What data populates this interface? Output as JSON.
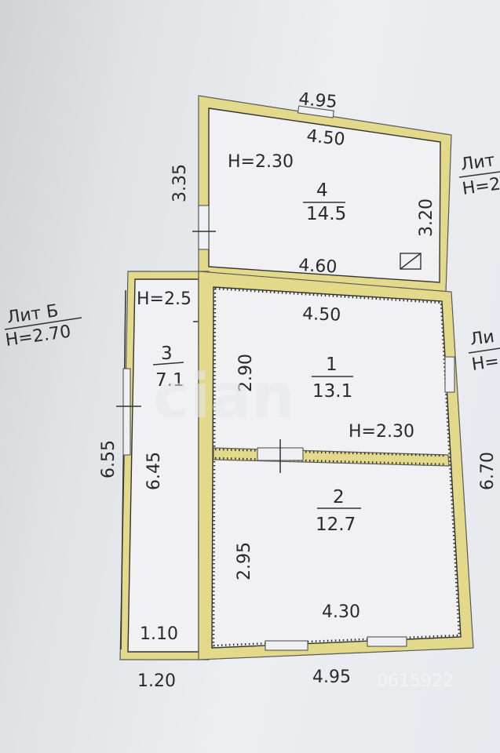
{
  "lit_b": {
    "name": "Лит Б",
    "height": "Н=2.70"
  },
  "right_labels": {
    "top_name": "Лит",
    "top_height": "Н=2",
    "mid_name": "Ли",
    "mid_height": "Н="
  },
  "rooms": {
    "r4": {
      "number": "4",
      "area": "14.5",
      "height": "Н=2.30"
    },
    "r3": {
      "number": "3",
      "area": "7.1",
      "height": "Н=2.5"
    },
    "r1": {
      "number": "1",
      "area": "13.1"
    },
    "r2": {
      "number": "2",
      "area": "12.7",
      "height": "Н=2.30"
    }
  },
  "dimensions": {
    "top_outer": "4.95",
    "top_inner": "4.50",
    "r4_left": "3.35",
    "r4_right": "3.20",
    "r4_bottom": "4.60",
    "r1_top": "4.50",
    "r1_left": "2.90",
    "left_outer": "6.55",
    "left_inner": "6.45",
    "r2_left": "2.95",
    "r2_bottom": "4.30",
    "right_outer": "6.70",
    "bottom_left_inner": "1.10",
    "bottom_left_outer": "1.20",
    "bottom_outer": "4.95"
  },
  "watermark": {
    "text": "cian",
    "id": "0615922"
  }
}
